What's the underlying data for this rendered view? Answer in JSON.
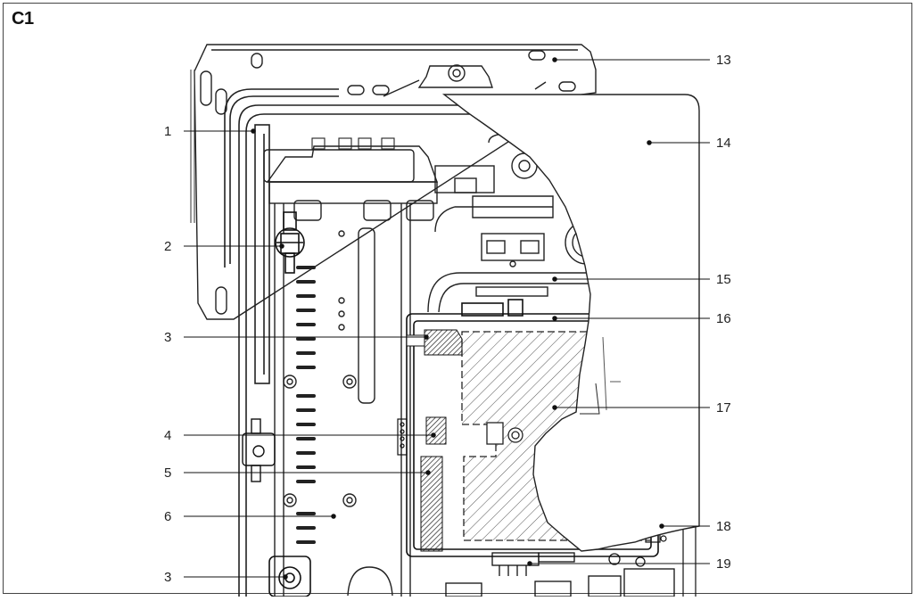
{
  "figure": {
    "label": "C1"
  },
  "callouts": {
    "left": [
      "1",
      "2",
      "3",
      "4",
      "5",
      "6",
      "3"
    ],
    "right": [
      "13",
      "14",
      "15",
      "16",
      "17",
      "18",
      "19"
    ]
  }
}
